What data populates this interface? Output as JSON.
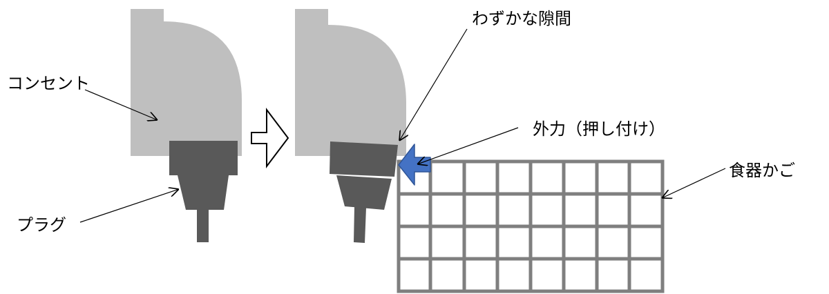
{
  "labels": {
    "outlet": "コンセント",
    "plug": "プラグ",
    "gap": "わずかな隙間",
    "external_force": "外力（押し付け）",
    "dish_basket": "食器かご"
  },
  "colors": {
    "outlet_body": "#bfbfbf",
    "plug_body": "#595959",
    "basket_grid": "#7f7f7f",
    "force_arrow": "#4472c4",
    "force_arrow_edge": "#2f5597",
    "transition_arrow_fill": "#ffffff",
    "transition_arrow_edge": "#000000",
    "leader_line": "#000000"
  },
  "icons": {
    "transition": "hollow-right-arrow-icon",
    "force": "blue-left-arrow-icon"
  },
  "basket": {
    "columns": 8,
    "rows": 4
  }
}
